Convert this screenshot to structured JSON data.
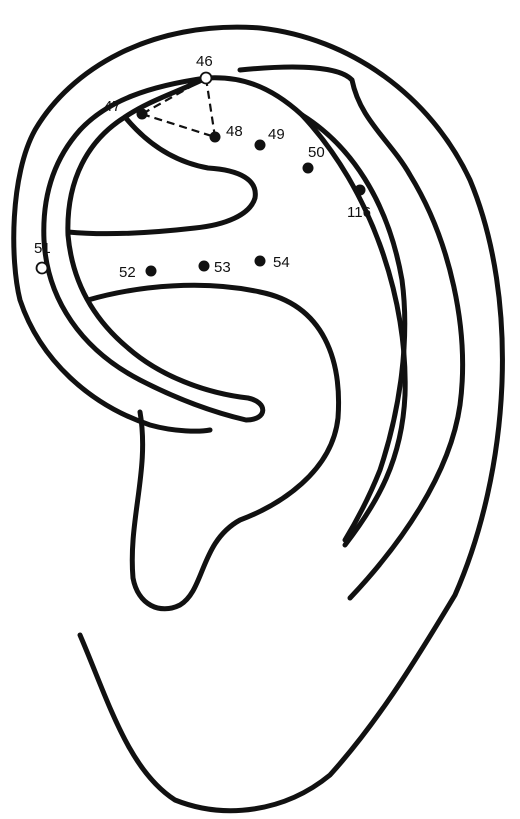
{
  "points": [
    {
      "id": "p46",
      "label": "46",
      "style": "open"
    },
    {
      "id": "p47",
      "label": "47",
      "style": "filled"
    },
    {
      "id": "p48",
      "label": "48",
      "style": "filled"
    },
    {
      "id": "p49",
      "label": "49",
      "style": "filled"
    },
    {
      "id": "p50",
      "label": "50",
      "style": "filled"
    },
    {
      "id": "p116",
      "label": "116",
      "style": "filled"
    },
    {
      "id": "p51",
      "label": "51",
      "style": "open"
    },
    {
      "id": "p52",
      "label": "52",
      "style": "filled"
    },
    {
      "id": "p53",
      "label": "53",
      "style": "filled"
    },
    {
      "id": "p54",
      "label": "54",
      "style": "filled"
    }
  ],
  "colors": {
    "line": "#111111",
    "background": "#ffffff"
  }
}
